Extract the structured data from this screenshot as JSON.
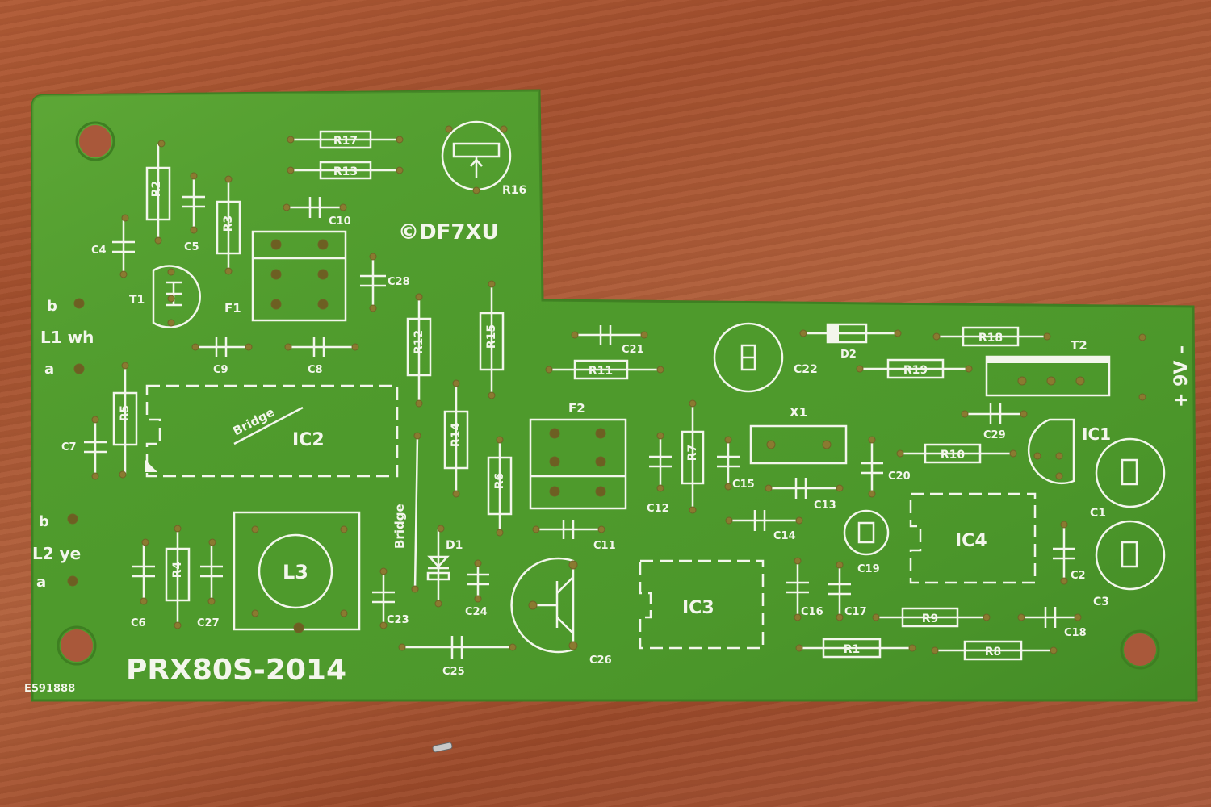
{
  "board": {
    "title": "PRX80S-2014",
    "copyright": "©DF7XU",
    "serial": "E591888",
    "power_label": "+ 9V –",
    "colors": {
      "pcb": "#4e9a2c",
      "silk": "#f3f6ec",
      "wood": "#a9583a",
      "pad": "#8a7a30"
    }
  },
  "connectors": {
    "l1_b": "b",
    "l1_label": "L1 wh",
    "l1_a": "a",
    "l2_b": "b",
    "l2_label": "L2 ye",
    "l2_a": "a"
  },
  "components": {
    "R17": "R17",
    "R13": "R13",
    "R16": "R16",
    "R2": "R2",
    "R3": "R3",
    "C10": "C10",
    "C4": "C4",
    "C5": "C5",
    "T1": "T1",
    "F1": "F1",
    "C28": "C28",
    "C9": "C9",
    "C8": "C8",
    "R12": "R12",
    "R15": "R15",
    "C21": "C21",
    "R11": "R11",
    "C22": "C22",
    "D2": "D2",
    "R18": "R18",
    "R19": "R19",
    "T2": "T2",
    "R5": "R5",
    "C7": "C7",
    "IC2": "IC2",
    "bridge1": "Bridge",
    "R14": "R14",
    "F2": "F2",
    "R6": "R6",
    "R7": "R7",
    "C12": "C12",
    "C15": "C15",
    "X1": "X1",
    "C13": "C13",
    "C14": "C14",
    "C20": "C20",
    "R10": "R10",
    "C29": "C29",
    "IC1": "IC1",
    "C1": "C1",
    "bridge2": "Bridge",
    "D1": "D1",
    "C11": "C11",
    "C24": "C24",
    "C19": "C19",
    "IC4": "IC4",
    "C2": "C2",
    "C3": "C3",
    "R4": "R4",
    "C6": "C6",
    "C27": "C27",
    "L3": "L3",
    "C23": "C23",
    "C26": "C26",
    "IC3": "IC3",
    "C16": "C16",
    "C17": "C17",
    "R9": "R9",
    "C18": "C18",
    "R1": "R1",
    "R8": "R8",
    "C25": "C25"
  }
}
